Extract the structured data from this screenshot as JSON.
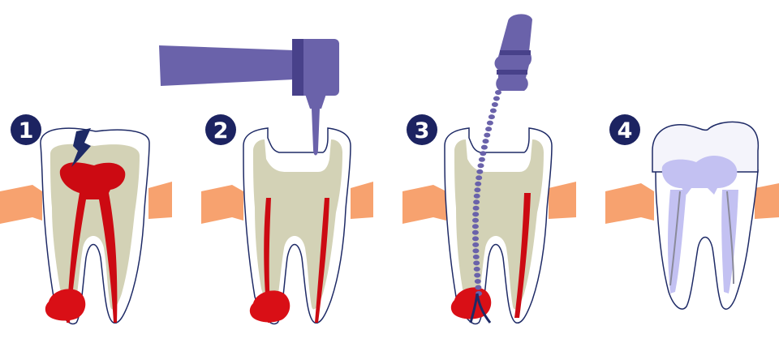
{
  "steps": [
    {
      "number": "1"
    },
    {
      "number": "2"
    },
    {
      "number": "3"
    },
    {
      "number": "4"
    }
  ],
  "colors": {
    "gum": "#f7a26f",
    "dentin": "#d3d2b6",
    "enamel_outline": "#1e2a66",
    "pulp": "#cc0a12",
    "lesion": "#d90f16",
    "instrument": "#6a62aa",
    "instrument_dark": "#48418a",
    "badge": "#1c2361",
    "filling": "#c3c1f2",
    "crown": "#f4f4fb"
  }
}
